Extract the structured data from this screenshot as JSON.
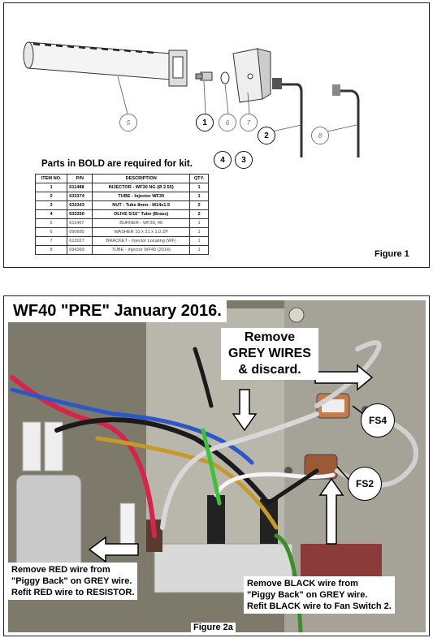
{
  "figure1": {
    "caption": "Figure 1",
    "bold_note": "Parts in BOLD are required for kit.",
    "callouts": [
      "1",
      "2",
      "3",
      "4",
      "5",
      "6",
      "7",
      "8"
    ],
    "table": {
      "headers": [
        "ITEM NO.",
        "P/N",
        "DESCRIPTION",
        "QTY."
      ],
      "rows": [
        {
          "item": "1",
          "pn": "611488",
          "desc": "INJECTOR - WF30 NG (Ø 2.55)",
          "qty": "1",
          "bold": true
        },
        {
          "item": "2",
          "pn": "633374",
          "desc": "TUBE - Injector WF30",
          "qty": "1",
          "bold": true
        },
        {
          "item": "3",
          "pn": "633343",
          "desc": "NUT - Tube 8mm - M14x1.5",
          "qty": "2",
          "bold": true
        },
        {
          "item": "4",
          "pn": "633350",
          "desc": "OLIVE 5/16\" Tube (Brass)",
          "qty": "2",
          "bold": true
        },
        {
          "item": "5",
          "pn": "611407",
          "desc": "BURNER - WF30, 40",
          "qty": "1",
          "bold": false
        },
        {
          "item": "6",
          "pn": "690665",
          "desc": "WASHER 10 x 21 x 1.0 ZP",
          "qty": "1",
          "bold": false
        },
        {
          "item": "7",
          "pn": "612027",
          "desc": "BRACKET - Injector Locating (WF)",
          "qty": "1",
          "bold": false
        },
        {
          "item": "8",
          "pn": "694369",
          "desc": "TUBE - Injector WF40 (2014)",
          "qty": "1",
          "bold": false
        }
      ]
    }
  },
  "figure2a": {
    "caption": "Figure 2a",
    "title": "WF40 \"PRE\" January 2016.",
    "remove_grey": "Remove GREY WIRES & discard.",
    "fs4": "FS4",
    "fs2": "FS2",
    "red_note_1": "Remove RED wire from",
    "red_note_2": "\"Piggy Back\" on GREY wire.",
    "red_note_3": "Refit RED wire to RESISTOR.",
    "black_note_1": "Remove BLACK wire from",
    "black_note_2": "\"Piggy Back\" on GREY wire.",
    "black_note_3": "Refit BLACK wire to Fan Switch 2."
  }
}
